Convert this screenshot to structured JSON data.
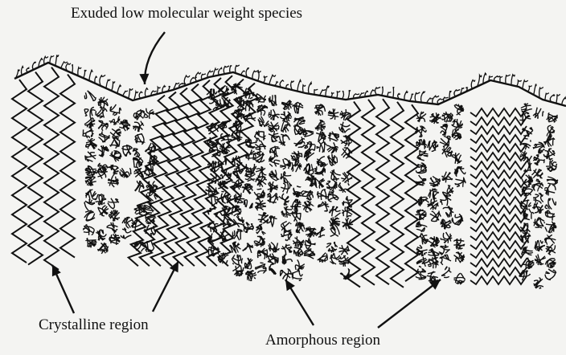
{
  "labels": {
    "top": "Exuded low molecular weight species",
    "crystalline": "Crystalline region",
    "amorphous": "Amorphous region"
  },
  "colors": {
    "ink": "#111111",
    "paper": "#f4f4f2"
  }
}
